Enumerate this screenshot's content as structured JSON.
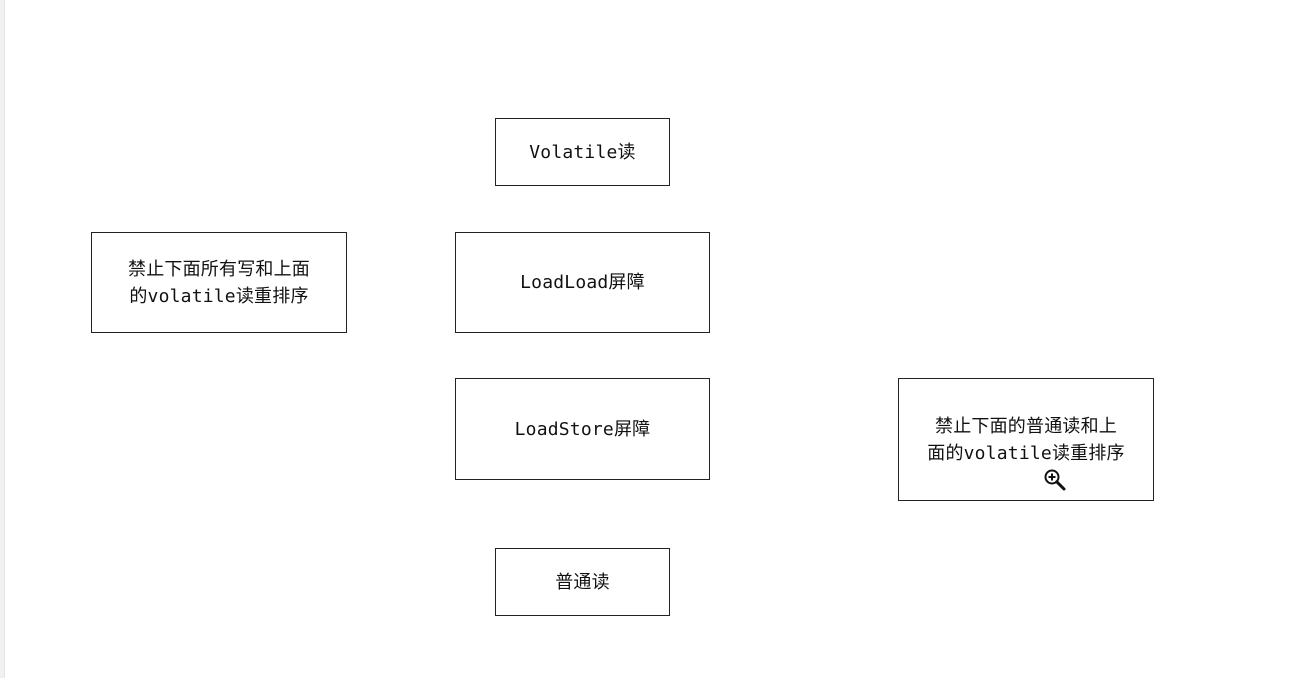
{
  "diagram": {
    "nodes": {
      "volatile_read": "Volatile读",
      "loadload_barrier": "LoadLoad屏障",
      "loadstore_barrier": "LoadStore屏障",
      "normal_read": "普通读"
    },
    "notes": {
      "left_line1": "禁止下面所有写和上面",
      "left_line2": "的volatile读重排序",
      "right_line1": "禁止下面的普通读和上",
      "right_line2": "面的volatile读重排序"
    },
    "cursor_icon": "zoom-in-icon"
  }
}
